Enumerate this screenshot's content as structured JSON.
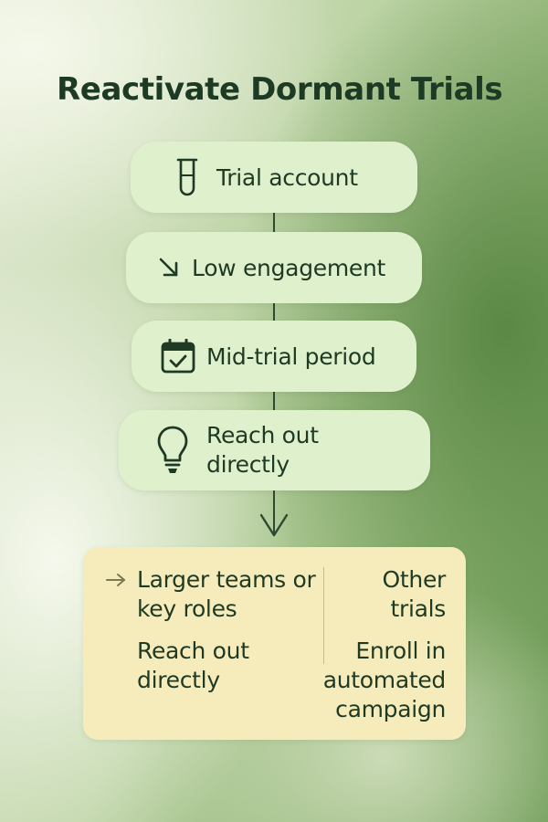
{
  "title": "Reactivate Dormant Trials",
  "steps": [
    {
      "label": "Trial account",
      "icon": "test-tube-icon"
    },
    {
      "label": "Low engagement",
      "icon": "arrow-down-right-icon"
    },
    {
      "label": "Mid-trial period",
      "icon": "calendar-check-icon"
    },
    {
      "label": "Reach out directly",
      "icon": "lightbulb-icon"
    }
  ],
  "outcomes": {
    "left": {
      "condition": "Larger teams or key roles",
      "action": "Reach out directly",
      "icon": "arrow-right-icon"
    },
    "right": {
      "condition": "Other trials",
      "action": "Enroll in automated campaign"
    }
  },
  "colors": {
    "node_fill": "#def0cc",
    "panel_fill": "#f6ecbb",
    "text": "#1f3a24",
    "connector": "#2d4a30"
  }
}
